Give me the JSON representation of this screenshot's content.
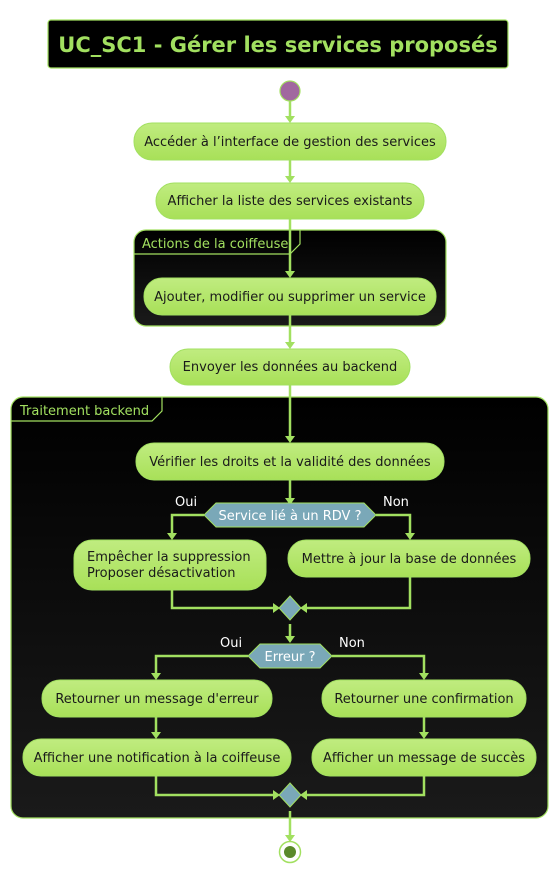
{
  "title": "UC_SC1 - Gérer les services proposés",
  "colors": {
    "accent": "#a2e060",
    "activity_fill": "#b2e668",
    "decision_fill": "#7aa8b8",
    "start_node": "#a1689f",
    "end_node": "#5a8a2a",
    "partition_fill": "#000000"
  },
  "activities": {
    "a1": "Accéder à l’interface de gestion des services",
    "a2": "Afficher la liste des services existants",
    "a3": "Ajouter, modifier ou supprimer un service",
    "a4": "Envoyer les données au backend",
    "a5": "Vérifier les droits et la validité des données",
    "a6_line1": "Empêcher la suppression",
    "a6_line2": "Proposer désactivation",
    "a7": "Mettre à jour la base de données",
    "a8": "Retourner un message d'erreur",
    "a9": "Retourner une confirmation",
    "a10": "Afficher une notification à la coiffeuse",
    "a11": "Afficher un message de succès"
  },
  "partitions": {
    "p1": "Actions de la coiffeuse",
    "p2": "Traitement backend"
  },
  "decisions": {
    "d1": "Service lié à un RDV ?",
    "d2": "Erreur ?"
  },
  "branches": {
    "d1_yes": "Oui",
    "d1_no": "Non",
    "d2_yes": "Oui",
    "d2_no": "Non"
  }
}
